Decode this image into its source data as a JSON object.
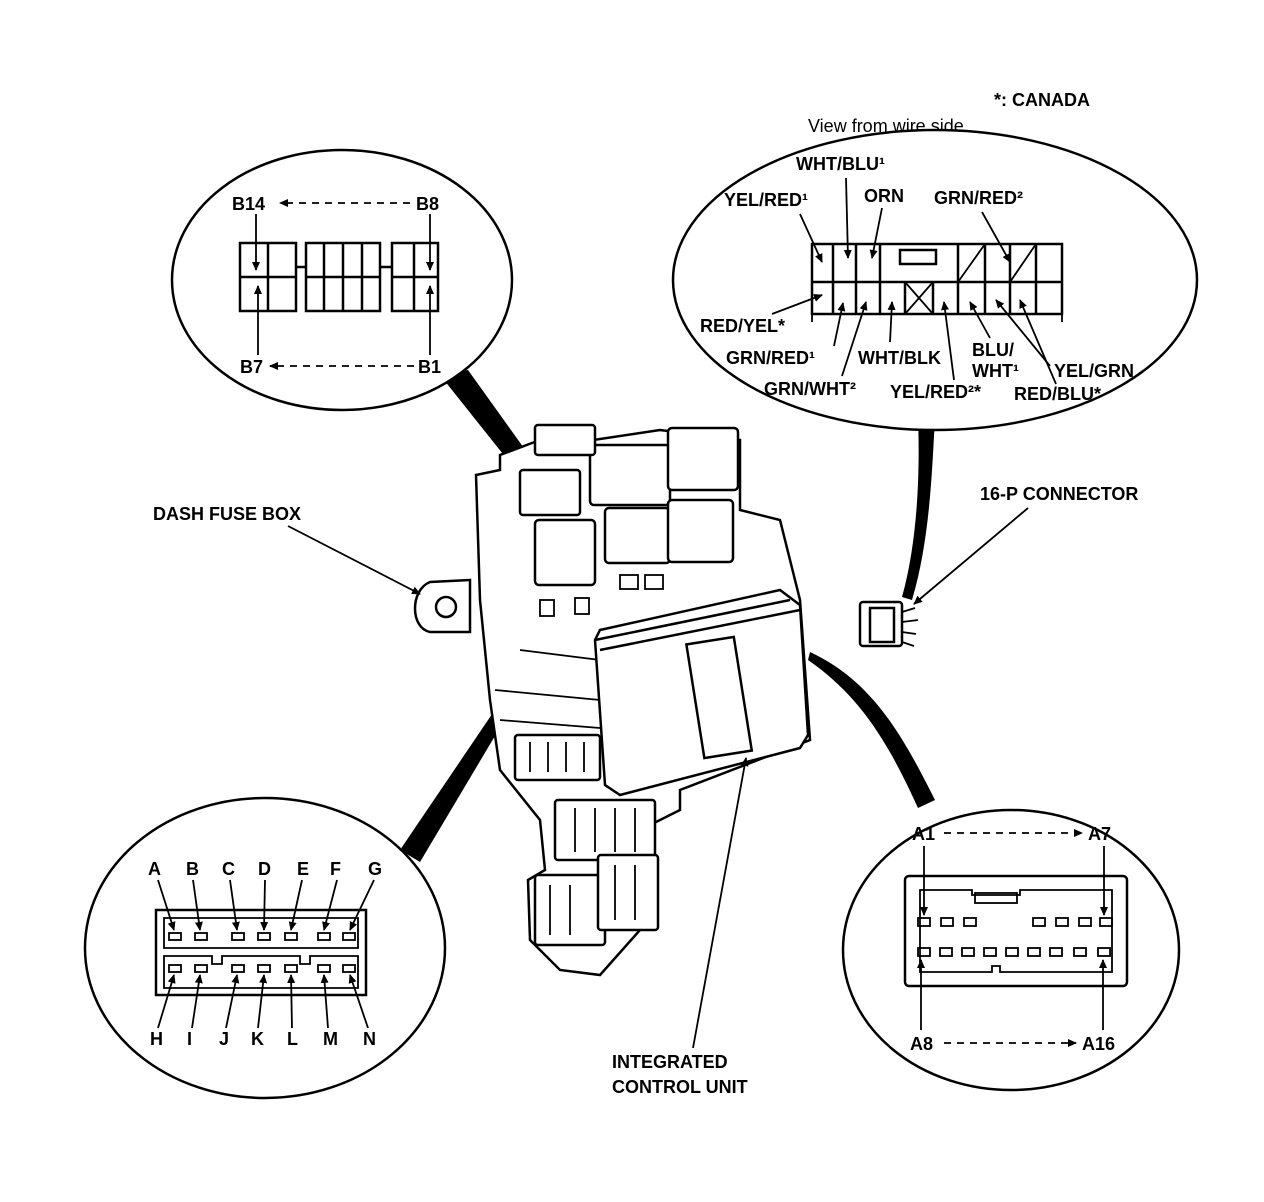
{
  "header": {
    "canada_note": "*: CANADA",
    "view_note": "View from wire side"
  },
  "labels": {
    "dash_fuse_box": "DASH FUSE BOX",
    "connector_16p": "16-P CONNECTOR",
    "icu_line1": "INTEGRATED",
    "icu_line2": "CONTROL UNIT"
  },
  "b_connector": {
    "top_left": "B14",
    "top_right": "B8",
    "bottom_left": "B7",
    "bottom_right": "B1"
  },
  "wire_connector": {
    "wires": {
      "yel_red1": "YEL/RED¹",
      "wht_blu1": "WHT/BLU¹",
      "orn": "ORN",
      "grn_red2": "GRN/RED²",
      "red_yel_star": "RED/YEL*",
      "grn_red1": "GRN/RED¹",
      "grn_wht2": "GRN/WHT²",
      "wht_blk": "WHT/BLK",
      "blu_wht1_line1": "BLU/",
      "blu_wht1_line2": "WHT¹",
      "yel_red2_star": "YEL/RED²*",
      "red_blu_star": "RED/BLU*",
      "yel_grn": "YEL/GRN"
    }
  },
  "letter_connector": {
    "top": [
      "A",
      "B",
      "C",
      "D",
      "E",
      "F",
      "G"
    ],
    "bottom": [
      "H",
      "I",
      "J",
      "K",
      "L",
      "M",
      "N"
    ]
  },
  "a_connector": {
    "top_left": "A1",
    "top_right": "A7",
    "bottom_left": "A8",
    "bottom_right": "A16"
  }
}
